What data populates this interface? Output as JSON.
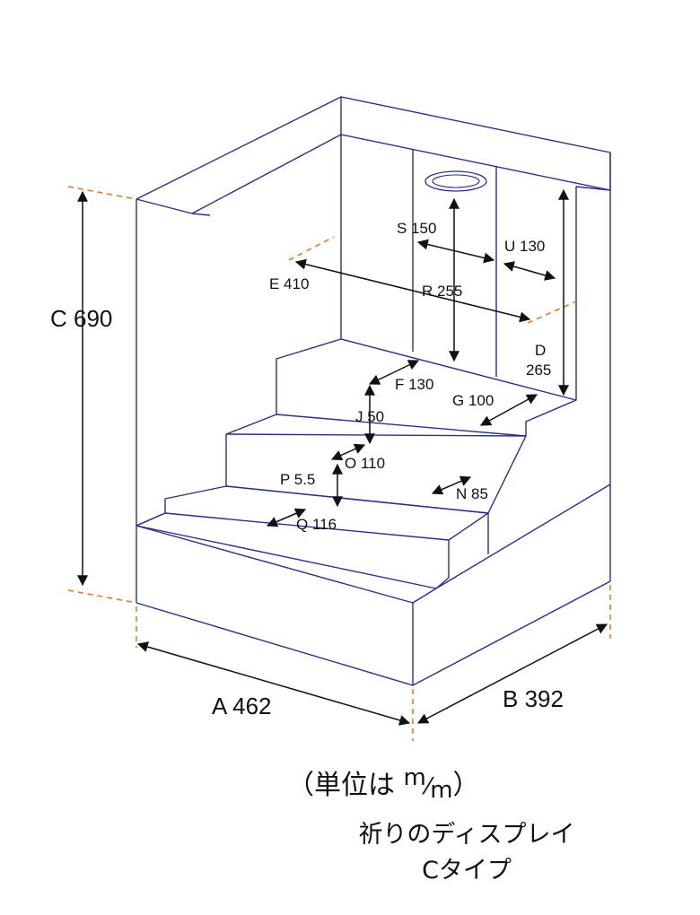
{
  "dimensions": {
    "A": "A 462",
    "B": "B 392",
    "C": "C 690",
    "D_letter": "D",
    "D_value": "265",
    "E": "E 410",
    "F": "F 130",
    "G": "G 100",
    "J": "J 50",
    "N": "N 85",
    "O": "O 110",
    "P": "P 5.5",
    "Q": "Q 116",
    "R": "R 255",
    "S": "S 150",
    "U": "U 130"
  },
  "unit": {
    "open": "（単位は",
    "m_top": "m",
    "slash": "⁄",
    "m_bottom": "m",
    "close": "）"
  },
  "caption": {
    "line1": "祈りのディスプレイ",
    "line2": "Cタイプ"
  },
  "colors": {
    "outline": "#2b2f86",
    "guide": "#e8782a",
    "dimension": "#111111"
  }
}
